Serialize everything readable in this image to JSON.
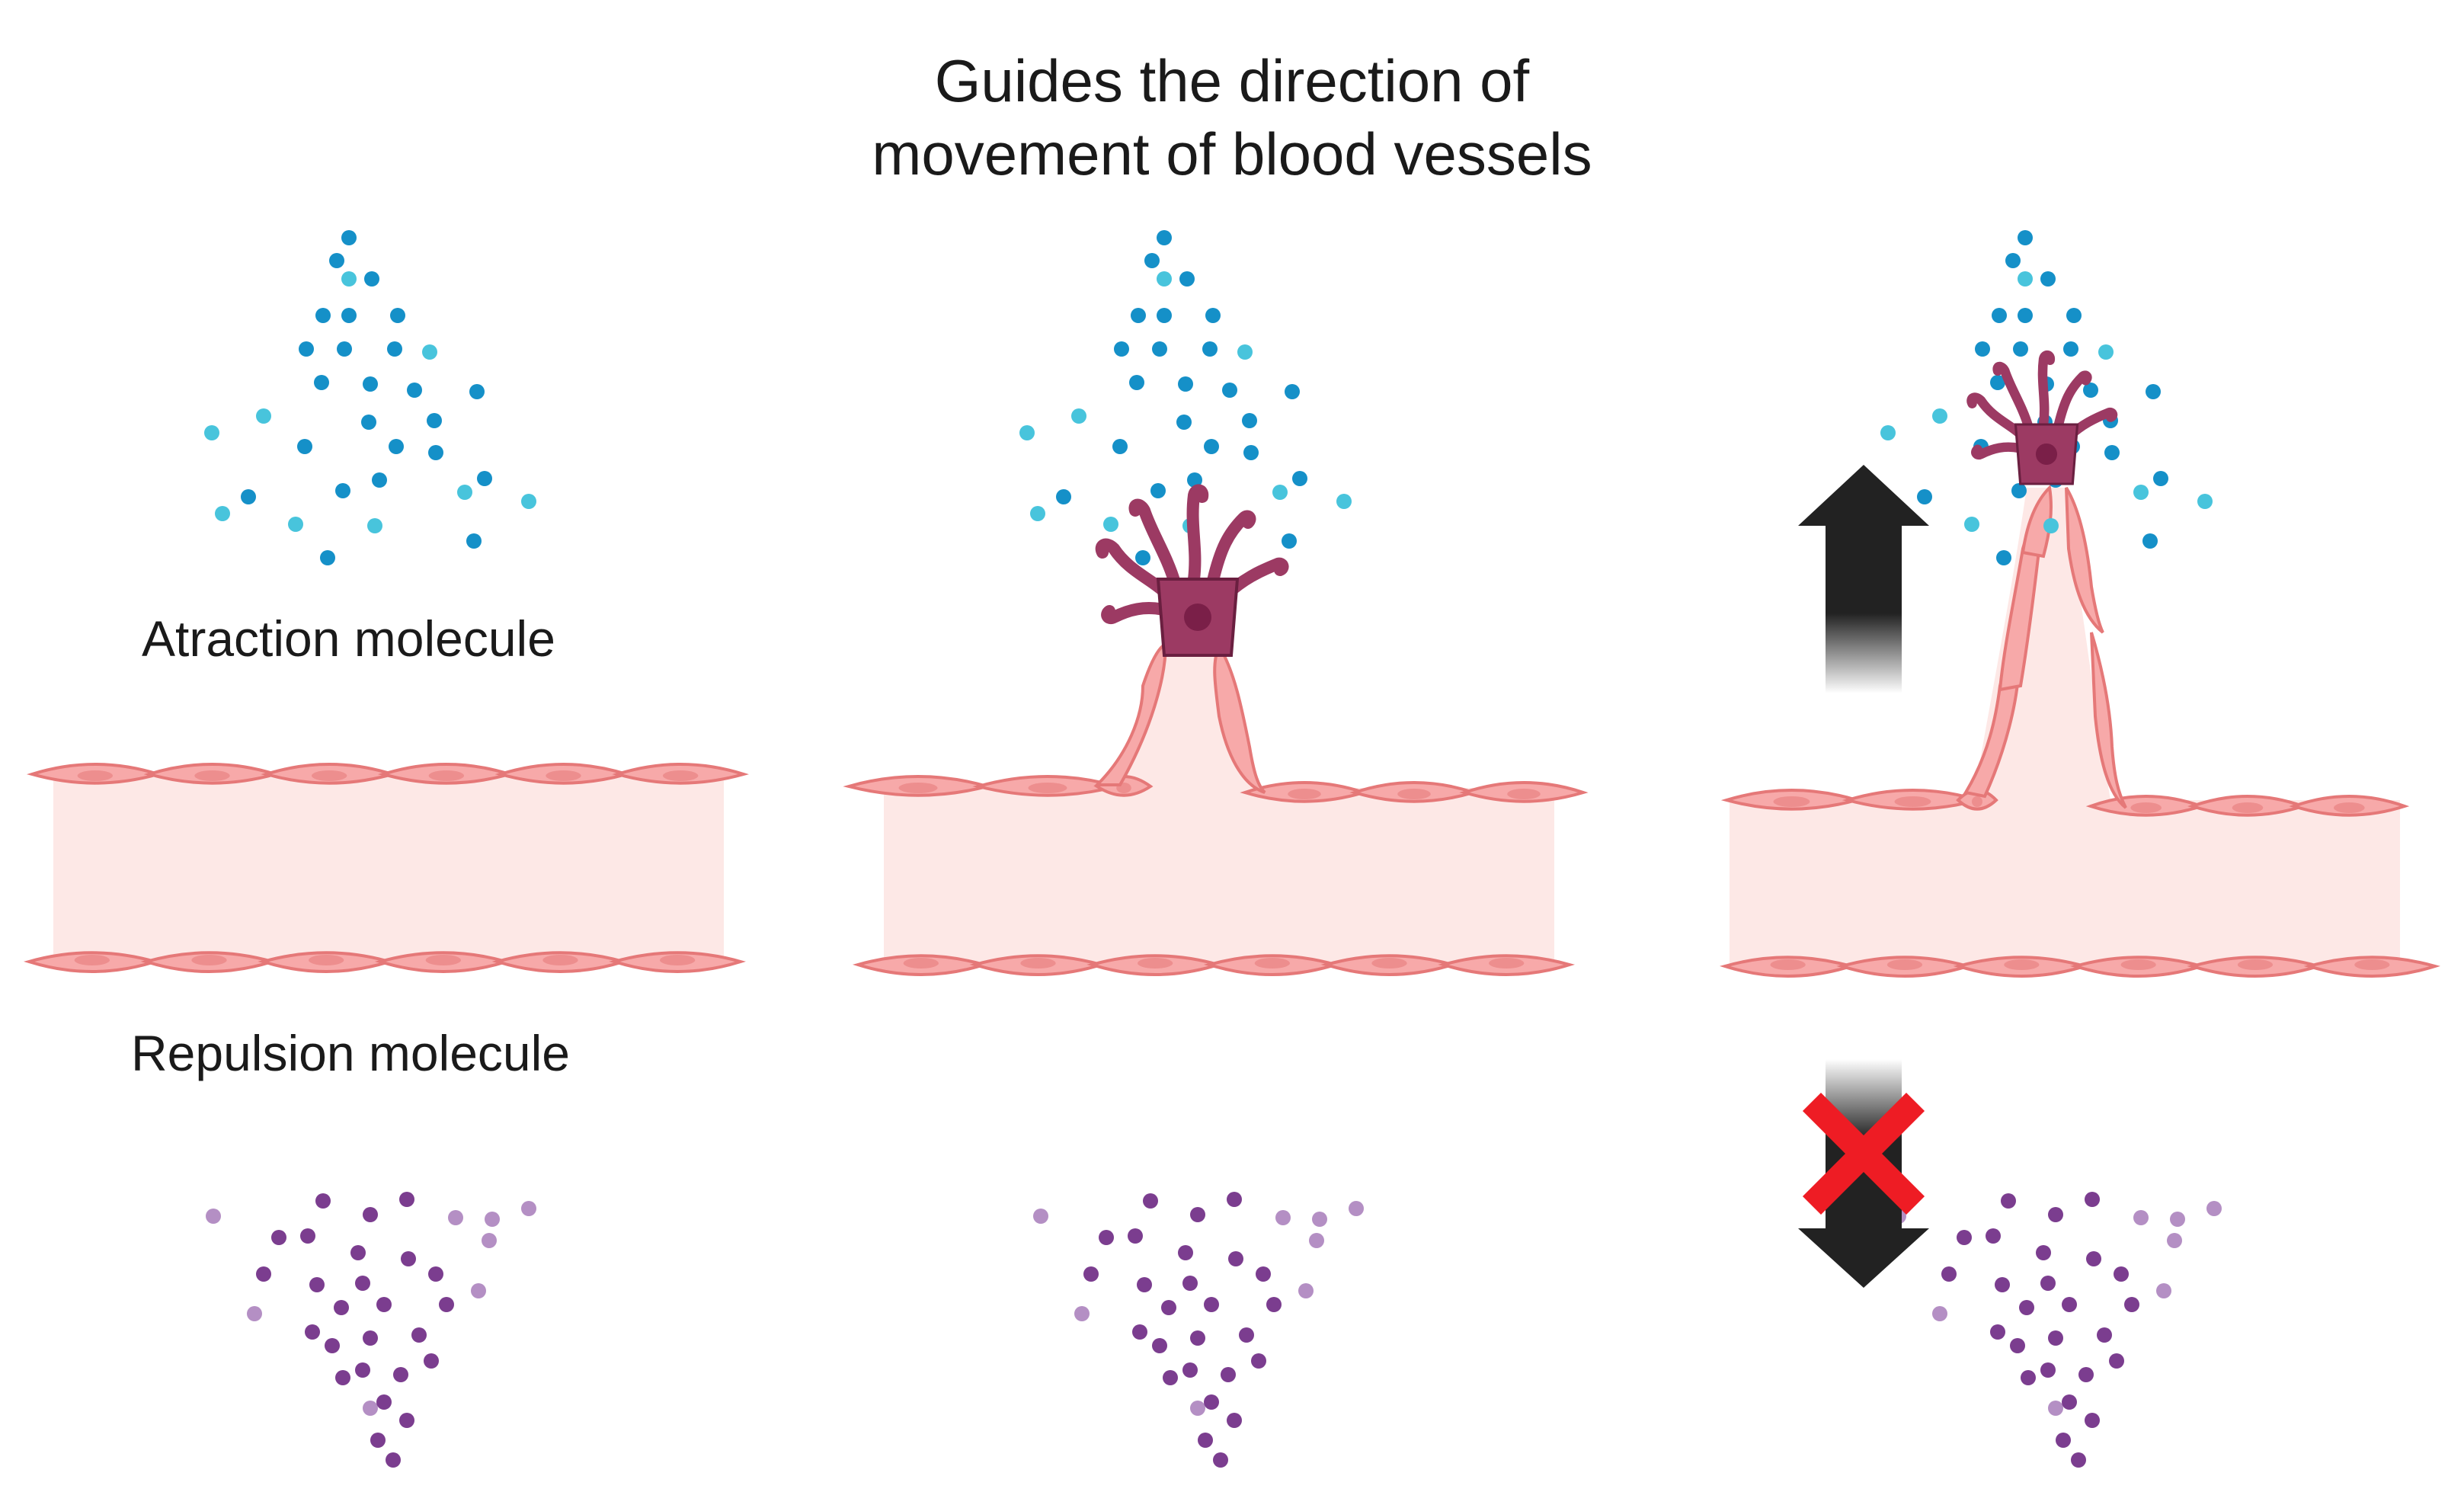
{
  "title": {
    "line1": "Guides the direction of",
    "line2": "movement of blood vessels"
  },
  "labels": {
    "attraction": "Atraction molecule",
    "repulsion": "Repulsion molecule"
  },
  "colors": {
    "attraction_dot": "#1590c8",
    "attraction_dot_light": "#48c4dc",
    "repulsion_dot": "#7b3d8f",
    "repulsion_dot_light": "#b48fc4",
    "vessel_wall": "#f7a9a9",
    "vessel_wall_stroke": "#e57878",
    "vessel_lumen": "#fde8e6",
    "tip_cell": "#9c3a63",
    "tip_cell_nucleus": "#7a1f48",
    "arrow": "#222222",
    "blocked_mark": "#ee1c24"
  },
  "panels": [
    {
      "stage": "initial",
      "tip_cell": false,
      "sprout": "none"
    },
    {
      "stage": "sprouting",
      "tip_cell": true,
      "sprout": "short"
    },
    {
      "stage": "extended",
      "tip_cell": true,
      "sprout": "long",
      "direction": "up",
      "blocked_direction": "down"
    }
  ],
  "icons": {
    "up_arrow": "up-arrow-icon",
    "down_arrow": "down-arrow-icon",
    "blocked": "red-cross-icon"
  }
}
